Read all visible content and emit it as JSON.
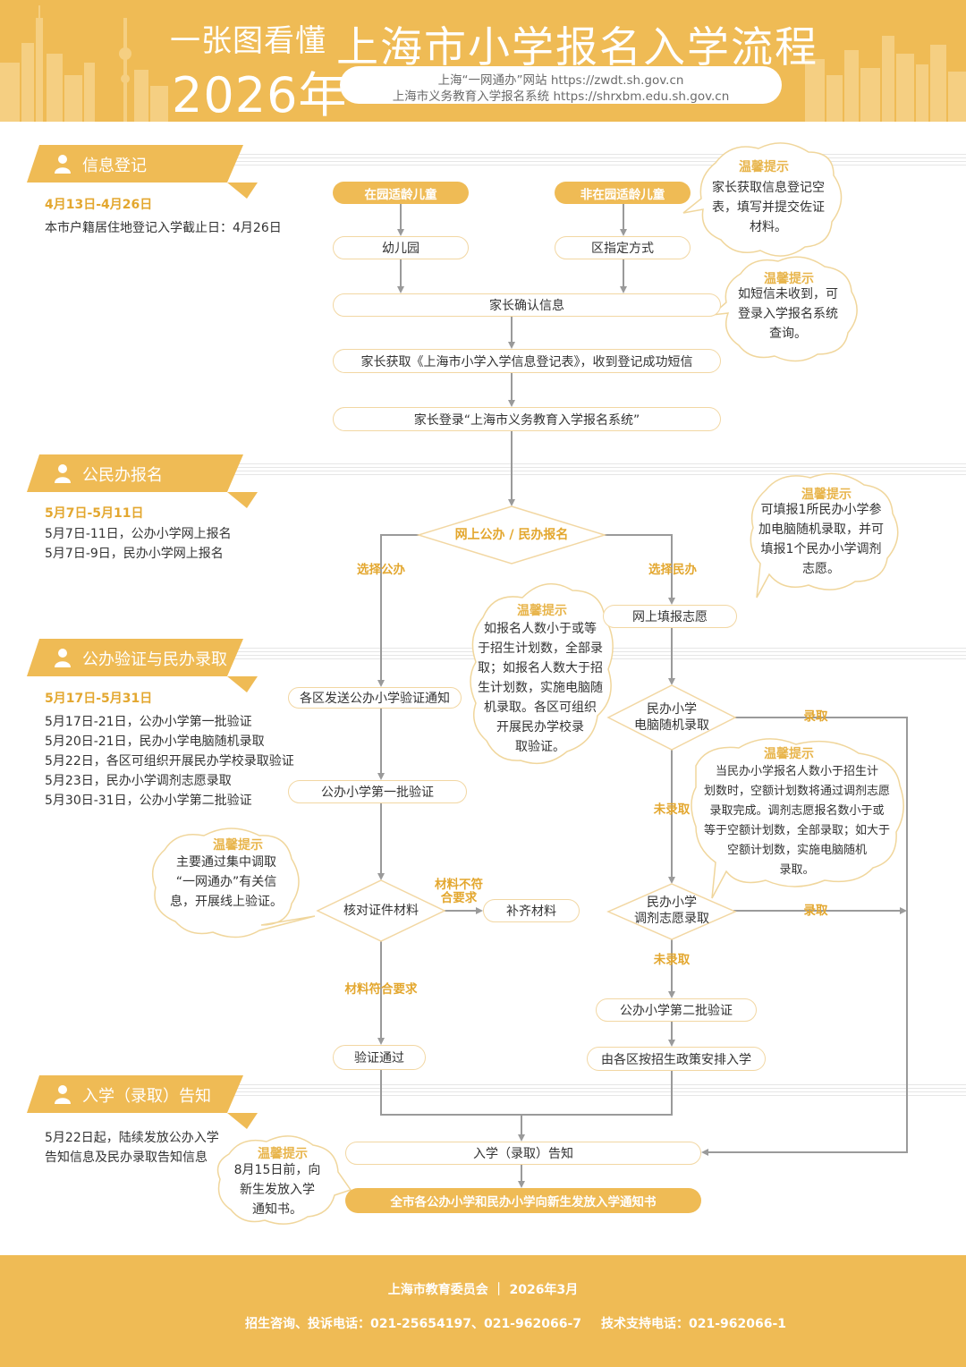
{
  "header": {
    "prefix": "一张图看懂",
    "year": "2026年",
    "title": "上海市小学报名入学流程",
    "url1": "上海“一网通办”网站 https://zwdt.sh.gov.cn",
    "url2": "上海市义务教育入学报名系统 https://shrxbm.edu.sh.gov.cn"
  },
  "sections": {
    "s1": {
      "label": "信息登记",
      "date": "4月13日-4月26日",
      "lines": [
        "本市户籍居住地登记入学截止日：4月26日"
      ]
    },
    "s2": {
      "label": "公民办报名",
      "date": "5月7日-5月11日",
      "lines": [
        "5月7日-11日，公办小学网上报名",
        "5月7日-9日，民办小学网上报名"
      ]
    },
    "s3": {
      "label": "公办验证与民办录取",
      "date": "5月17日-5月31日",
      "lines": [
        "5月17日-21日，公办小学第一批验证",
        "5月20日-21日，民办小学电脑随机录取",
        "5月22日，各区可组织开展民办学校录取验证",
        "5月23日，民办小学调剂志愿录取",
        "5月30日-31日，公办小学第二批验证"
      ]
    },
    "s4": {
      "label": "入学（录取）告知",
      "lines": [
        "5月22日起，陆续发放公办入学",
        "告知信息及民办录取告知信息"
      ]
    }
  },
  "flow": {
    "in_kg": "在园适龄儿童",
    "not_kg": "非在园适龄儿童",
    "kindergarten": "幼儿园",
    "district": "区指定方式",
    "confirm": "家长确认信息",
    "get_form": "家长获取《上海市小学入学信息登记表》，收到登记成功短信",
    "login": "家长登录“上海市义务教育入学报名系统”",
    "online_choice": "网上公办 / 民办报名",
    "choose_public": "选择公办",
    "choose_private": "选择民办",
    "fill_wish": "网上填报志愿",
    "notify": "各区发送公办小学验证通知",
    "lottery": [
      "民办小学",
      "电脑随机录取"
    ],
    "admitted": "录取",
    "not_admitted": "未录取",
    "first_verify": "公办小学第一批验证",
    "check_docs": "核对证件材料",
    "docs_fail": [
      "材料不符",
      "合要求"
    ],
    "supplement": "补齐材料",
    "adjust": [
      "民办小学",
      "调剂志愿录取"
    ],
    "admitted2": "录取",
    "not_admitted2": "未录取",
    "docs_ok": "材料符合要求",
    "second_verify": "公办小学第二批验证",
    "verified": "验证通过",
    "arranged": "由各区按招生政策安排入学",
    "notice": "入学（录取）告知",
    "final": "全市各公办小学和民办小学向新生发放入学通知书"
  },
  "tips": {
    "title": "温馨提示",
    "t1": [
      "家长获取信息登记空",
      "表，填写并提交佐证",
      "材料。"
    ],
    "t2": [
      "如短信未收到，可",
      "登录入学报名系统",
      "查询。"
    ],
    "t3": [
      "可填报1所民办小学参",
      "加电脑随机录取，并可",
      "填报1个民办小学调剂",
      "志愿。"
    ],
    "t4": [
      "如报名人数小于或等",
      "于招生计划数，全部录",
      "取；如报名人数大于招",
      "生计划数，实施电脑随",
      "机录取。各区可组织",
      "开展民办学校录",
      "取验证。"
    ],
    "t5": [
      "当民办小学报名人数小于招生计",
      "划数时，空额计划数将通过调剂志愿",
      "录取完成。调剂志愿报名数小于或",
      "等于空额计划数，全部录取；如大于",
      "空额计划数，实施电脑随机",
      "录取。"
    ],
    "t6": [
      "主要通过集中调取",
      "“一网通办”有关信",
      "息，开展线上验证。"
    ],
    "t7": [
      "8月15日前，向",
      "新生发放入学",
      "通知书。"
    ]
  },
  "footer": {
    "org": "上海市教育委员会 ｜ 2026年3月",
    "consult": "招生咨询、投诉电话：021-25654197、021-962066-7",
    "support": "技术支持电话：021-962066-1"
  },
  "colors": {
    "primary": "#efbb55",
    "accent": "#e3a72f",
    "box_border": "#f2d7a3",
    "line": "#9a9a9a"
  }
}
